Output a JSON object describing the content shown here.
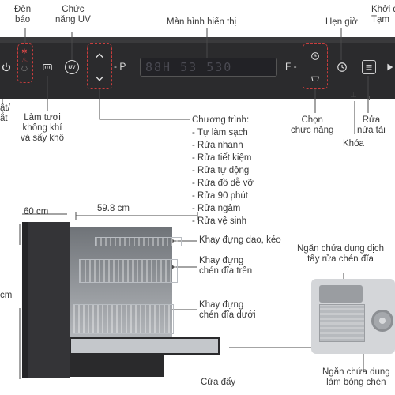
{
  "panel": {
    "lcd_text": "88H 53 530",
    "p_label": "- P",
    "f_label": "F -"
  },
  "labels": {
    "den_bao": [
      "Đèn",
      "báo"
    ],
    "chuc_nang_uv": [
      "Chức",
      "năng UV"
    ],
    "man_hinh": "Màn hình hiển thị",
    "hen_gio": "Hẹn giờ",
    "khoi_dong": [
      "Khởi đ",
      "Tạm"
    ],
    "bat_tat": [
      "ật/",
      "ắt"
    ],
    "lam_tuoi": [
      "Làm tươi",
      "không khí",
      "và sấy khô"
    ],
    "chuong_trinh_title": "Chương trình:",
    "chon_chuc_nang": [
      "Chọn",
      "chức năng"
    ],
    "rua_nua_tai": [
      "Rửa",
      "nửa tải"
    ],
    "khoa": "Khóa",
    "width_60": "60 cm",
    "width_59_8": "59.8 cm",
    "height_cm": "cm",
    "khay_dao_keo": "Khay đựng dao, kéo",
    "khay_chen_tren": [
      "Khay đựng",
      "chén đĩa trên"
    ],
    "khay_chen_duoi": [
      "Khay đựng",
      "chén đĩa dưới"
    ],
    "cua_day": "Cửa đẩy",
    "ngan_tay_rua": [
      "Ngăn chứa dung dịch",
      "tẩy rửa chén đĩa"
    ],
    "ngan_bong": [
      "Ngăn chứa dung",
      "làm bóng chén"
    ]
  },
  "programs": [
    "- Tự làm sạch",
    "- Rửa nhanh",
    "- Rửa tiết kiệm",
    "- Rửa tự động",
    "- Rửa đồ dễ vỡ",
    "- Rửa 90 phút",
    "- Rửa ngâm",
    "- Rửa vệ sinh"
  ],
  "icons": {
    "power": "power-icon",
    "uv": "uv-icon",
    "clock": "clock-icon",
    "lock": "lock-icon"
  },
  "colors": {
    "accent": "#c93c3c",
    "panel": "#2b2b2d",
    "leader": "#4a4a4a"
  }
}
